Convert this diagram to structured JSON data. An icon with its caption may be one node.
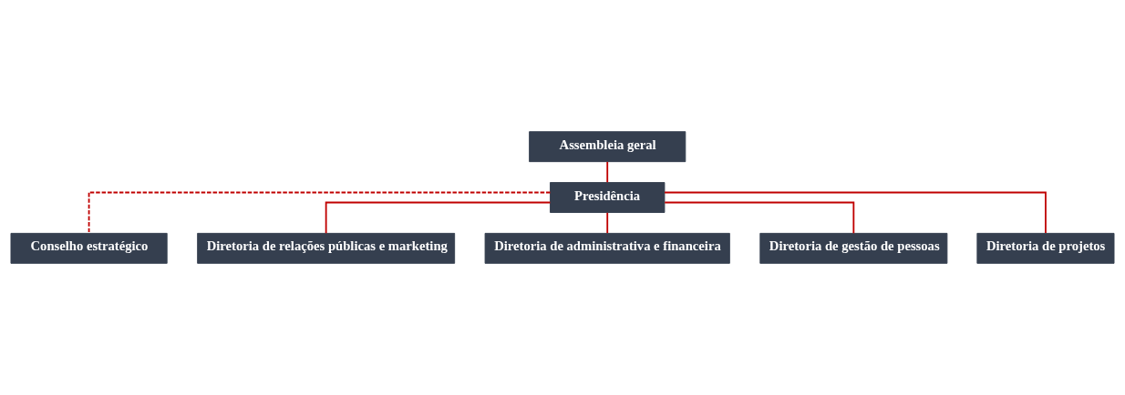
{
  "diagram": {
    "nodes": [
      {
        "text": [
          "Assembleia geral"
        ]
      },
      {
        "text": [
          "Presidência"
        ]
      },
      {
        "text": [
          "Conselho estratégico"
        ]
      },
      {
        "text": [
          "Diretoria de relações públicas e marketing"
        ]
      },
      {
        "text": [
          "Diretoria de administrativa e financeira"
        ]
      },
      {
        "text": [
          "Diretoria de gestão de pessoas"
        ]
      },
      {
        "text": [
          "Diretoria de projetos"
        ]
      }
    ],
    "edges": [
      {
        "from": 0,
        "to": 1,
        "arrow": "none"
      },
      {
        "from": 1,
        "to": 2,
        "arrow": "none",
        "style": "dashed"
      },
      {
        "from": 1,
        "to": 3,
        "arrow": "none"
      },
      {
        "from": 1,
        "to": 4,
        "arrow": "none"
      },
      {
        "from": 1,
        "to": 5,
        "arrow": "none"
      },
      {
        "from": 1,
        "to": 6,
        "arrow": "none"
      }
    ]
  }
}
